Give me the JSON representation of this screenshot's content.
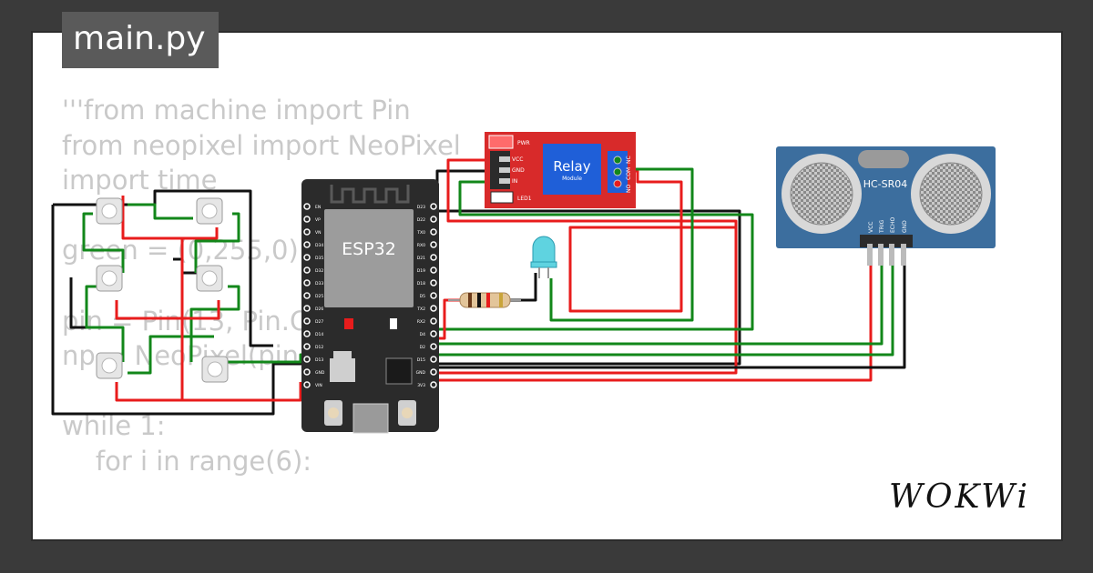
{
  "file_tab": {
    "label": "main.py"
  },
  "code_lines": [
    "'''from machine import Pin",
    "from neopixel import NeoPixel",
    "import time",
    "",
    "green = (0,255,0)",
    "",
    "pin = Pin(13, Pin.OUT)",
    "np = NeoPixel(pin, 6)",
    "",
    "while 1:",
    "    for i in range(6):"
  ],
  "components": {
    "mcu": {
      "label": "ESP32",
      "left_pins": [
        "EN",
        "VP",
        "VN",
        "D34",
        "D35",
        "D32",
        "D33",
        "D25",
        "D26",
        "D27",
        "D14",
        "D12",
        "D13",
        "GND",
        "VIN"
      ],
      "right_pins": [
        "D23",
        "D22",
        "TX0",
        "RX0",
        "D21",
        "D19",
        "D18",
        "D5",
        "TX2",
        "RX2",
        "D4",
        "D2",
        "D15",
        "GND",
        "3V3"
      ]
    },
    "relay": {
      "title": "Relay",
      "subtitle": "Module",
      "pin_labels": [
        "VCC",
        "GND",
        "IN"
      ],
      "led_labels": [
        "PWR",
        "LED1"
      ],
      "terminal_labels": [
        "NO",
        "COM",
        "NC"
      ]
    },
    "sensor": {
      "label": "HC-SR04",
      "pin_labels": [
        "VCC",
        "TRIG",
        "ECHO",
        "GND"
      ]
    }
  },
  "brand": {
    "logo_text": "WOKWi"
  },
  "colors": {
    "wire_red": "#e81c1c",
    "wire_green": "#12871a",
    "wire_black": "#111111",
    "board": "#2b2b2b",
    "relay_board": "#d82a2a",
    "sensor_board": "#3c6e9e",
    "led": "#5fd3e0"
  }
}
